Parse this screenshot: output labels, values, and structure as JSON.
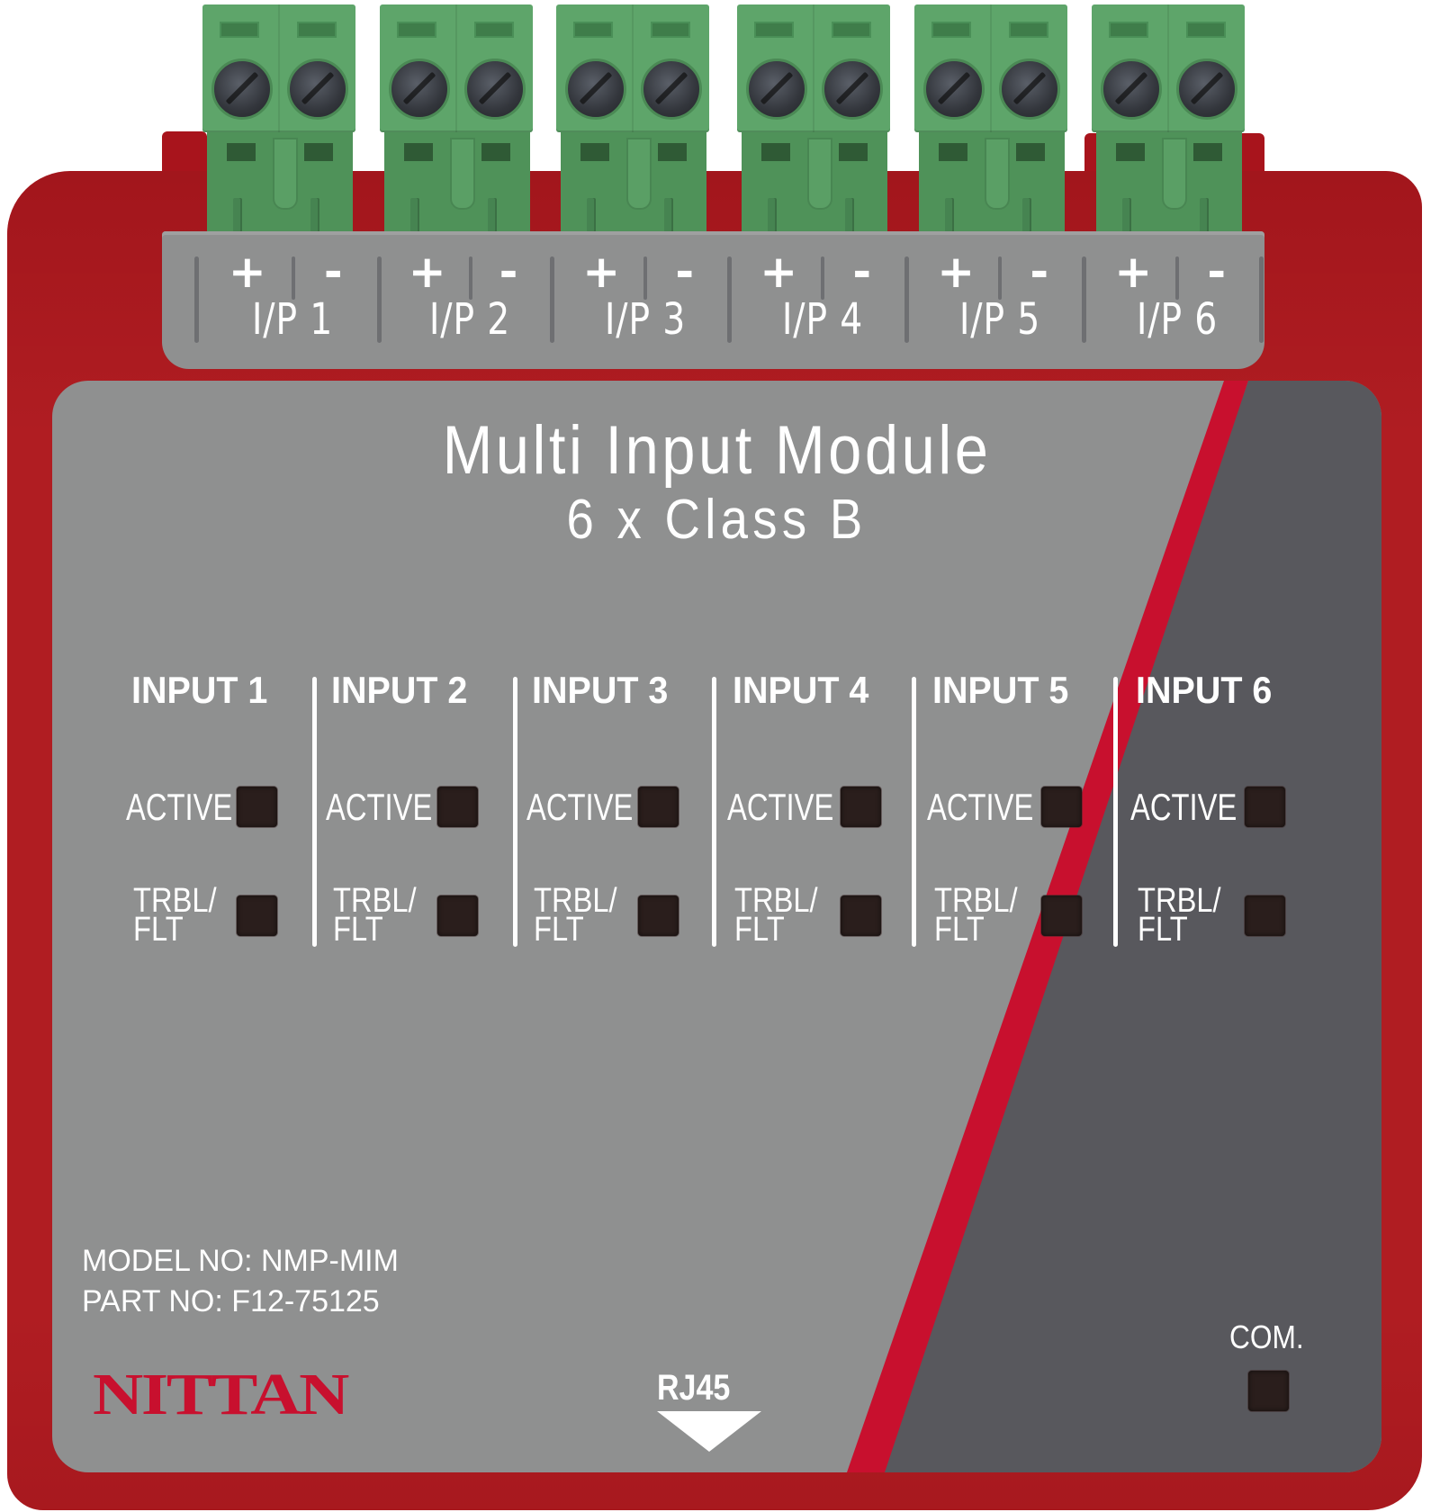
{
  "device": {
    "title": "Multi Input Module",
    "subtitle": "6 x Class B",
    "brand": "NITTAN",
    "model_label": "MODEL NO: NMP-MIM",
    "part_label": "PART NO: F12-75125",
    "rj45_label": "RJ45",
    "com_label": "COM.",
    "colors": {
      "housing_red": "#b01d22",
      "panel_grey": "#8f9090",
      "panel_dark": "#58585d",
      "stripe_red": "#c8102e",
      "terminal_green": "#5ea56a",
      "led_off": "#2a1e1c",
      "text": "#ffffff"
    }
  },
  "terminals": [
    {
      "plus": "+",
      "minus": "-",
      "label": "I/P 1"
    },
    {
      "plus": "+",
      "minus": "-",
      "label": "I/P 2"
    },
    {
      "plus": "+",
      "minus": "-",
      "label": "I/P 3"
    },
    {
      "plus": "+",
      "minus": "-",
      "label": "I/P 4"
    },
    {
      "plus": "+",
      "minus": "-",
      "label": "I/P 5"
    },
    {
      "plus": "+",
      "minus": "-",
      "label": "I/P 6"
    }
  ],
  "inputs": [
    {
      "heading": "INPUT 1",
      "active_label": "ACTIVE",
      "trouble_label": "TRBL/\nFLT",
      "active_led": "off",
      "trouble_led": "off"
    },
    {
      "heading": "INPUT 2",
      "active_label": "ACTIVE",
      "trouble_label": "TRBL/\nFLT",
      "active_led": "off",
      "trouble_led": "off"
    },
    {
      "heading": "INPUT 3",
      "active_label": "ACTIVE",
      "trouble_label": "TRBL/\nFLT",
      "active_led": "off",
      "trouble_led": "off"
    },
    {
      "heading": "INPUT 4",
      "active_label": "ACTIVE",
      "trouble_label": "TRBL/\nFLT",
      "active_led": "off",
      "trouble_led": "off"
    },
    {
      "heading": "INPUT 5",
      "active_label": "ACTIVE",
      "trouble_label": "TRBL/\nFLT",
      "active_led": "off",
      "trouble_led": "off"
    },
    {
      "heading": "INPUT 6",
      "active_label": "ACTIVE",
      "trouble_label": "TRBL/\nFLT",
      "active_led": "off",
      "trouble_led": "off"
    }
  ],
  "com_led": "off"
}
